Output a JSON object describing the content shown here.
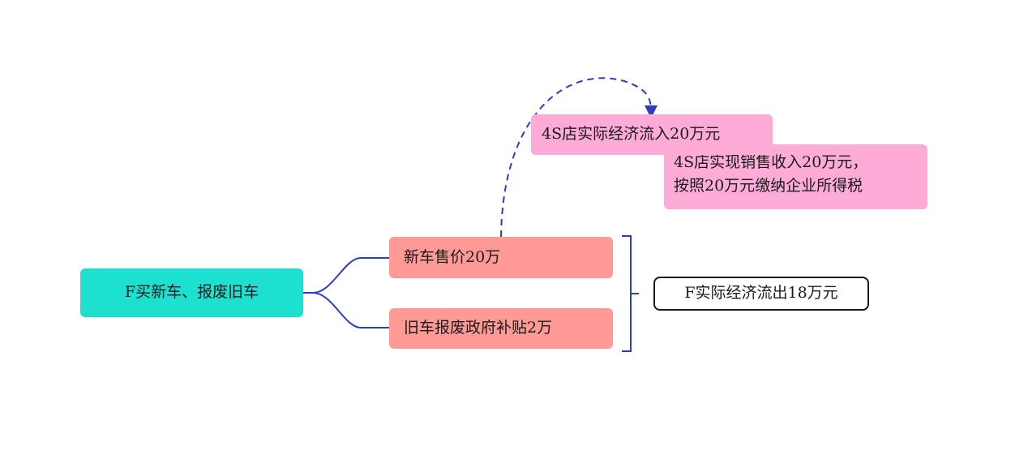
{
  "mindmap": {
    "root": {
      "label": "F买新车、报废旧车"
    },
    "branches": [
      {
        "label": "新车售价20万"
      },
      {
        "label": "旧车报废政府补贴2万"
      }
    ],
    "summary": {
      "label": "F实际经济流出18万元"
    },
    "dealer_inflow": {
      "label": "4S店实际经济流入20万元"
    },
    "dealer_revenue": {
      "lines": [
        "4S店实现销售收入20万元，",
        "按照20万元缴纳企业所得税"
      ]
    }
  },
  "colors": {
    "root_fill": "#1de0d0",
    "branch_fill": "#ff9a96",
    "dealer_fill": "#ffabd8",
    "connector": "#2b3fbf",
    "summary_border": "#1a1a1a"
  }
}
